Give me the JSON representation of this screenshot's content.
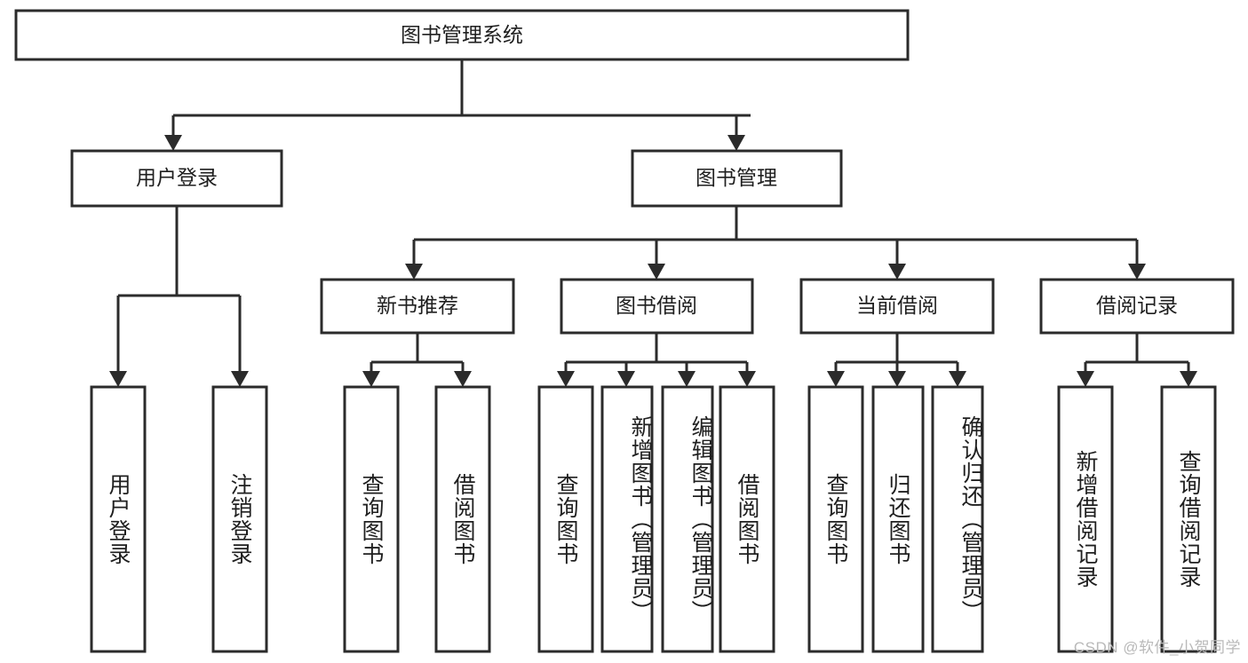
{
  "diagram": {
    "title": "图书管理系统",
    "type": "tree-hierarchy-diagram",
    "colors": {
      "stroke": "#2b2b2b",
      "fill": "#ffffff",
      "text": "#1f1f1f",
      "watermark": "#b9b9b9"
    },
    "root": {
      "label": "图书管理系统"
    },
    "level2": [
      {
        "label": "用户登录"
      },
      {
        "label": "图书管理"
      }
    ],
    "level3": [
      {
        "label": "新书推荐"
      },
      {
        "label": "图书借阅"
      },
      {
        "label": "当前借阅"
      },
      {
        "label": "借阅记录"
      }
    ],
    "leaves": {
      "user_login": [
        {
          "label": "用户登录"
        },
        {
          "label": "注销登录"
        }
      ],
      "new_book_recommend": [
        {
          "label": "查询图书"
        },
        {
          "label": "借阅图书"
        }
      ],
      "book_borrow": [
        {
          "label": "查询图书"
        },
        {
          "label": "新增图书（管理员）"
        },
        {
          "label": "编辑图书（管理员）"
        },
        {
          "label": "借阅图书"
        }
      ],
      "current_borrow": [
        {
          "label": "查询图书"
        },
        {
          "label": "归还图书"
        },
        {
          "label": "确认归还（管理员）"
        }
      ],
      "borrow_record": [
        {
          "label": "新增借阅记录"
        },
        {
          "label": "查询借阅记录"
        }
      ]
    }
  },
  "watermark": {
    "text": "CSDN @软件_小贺同学"
  }
}
